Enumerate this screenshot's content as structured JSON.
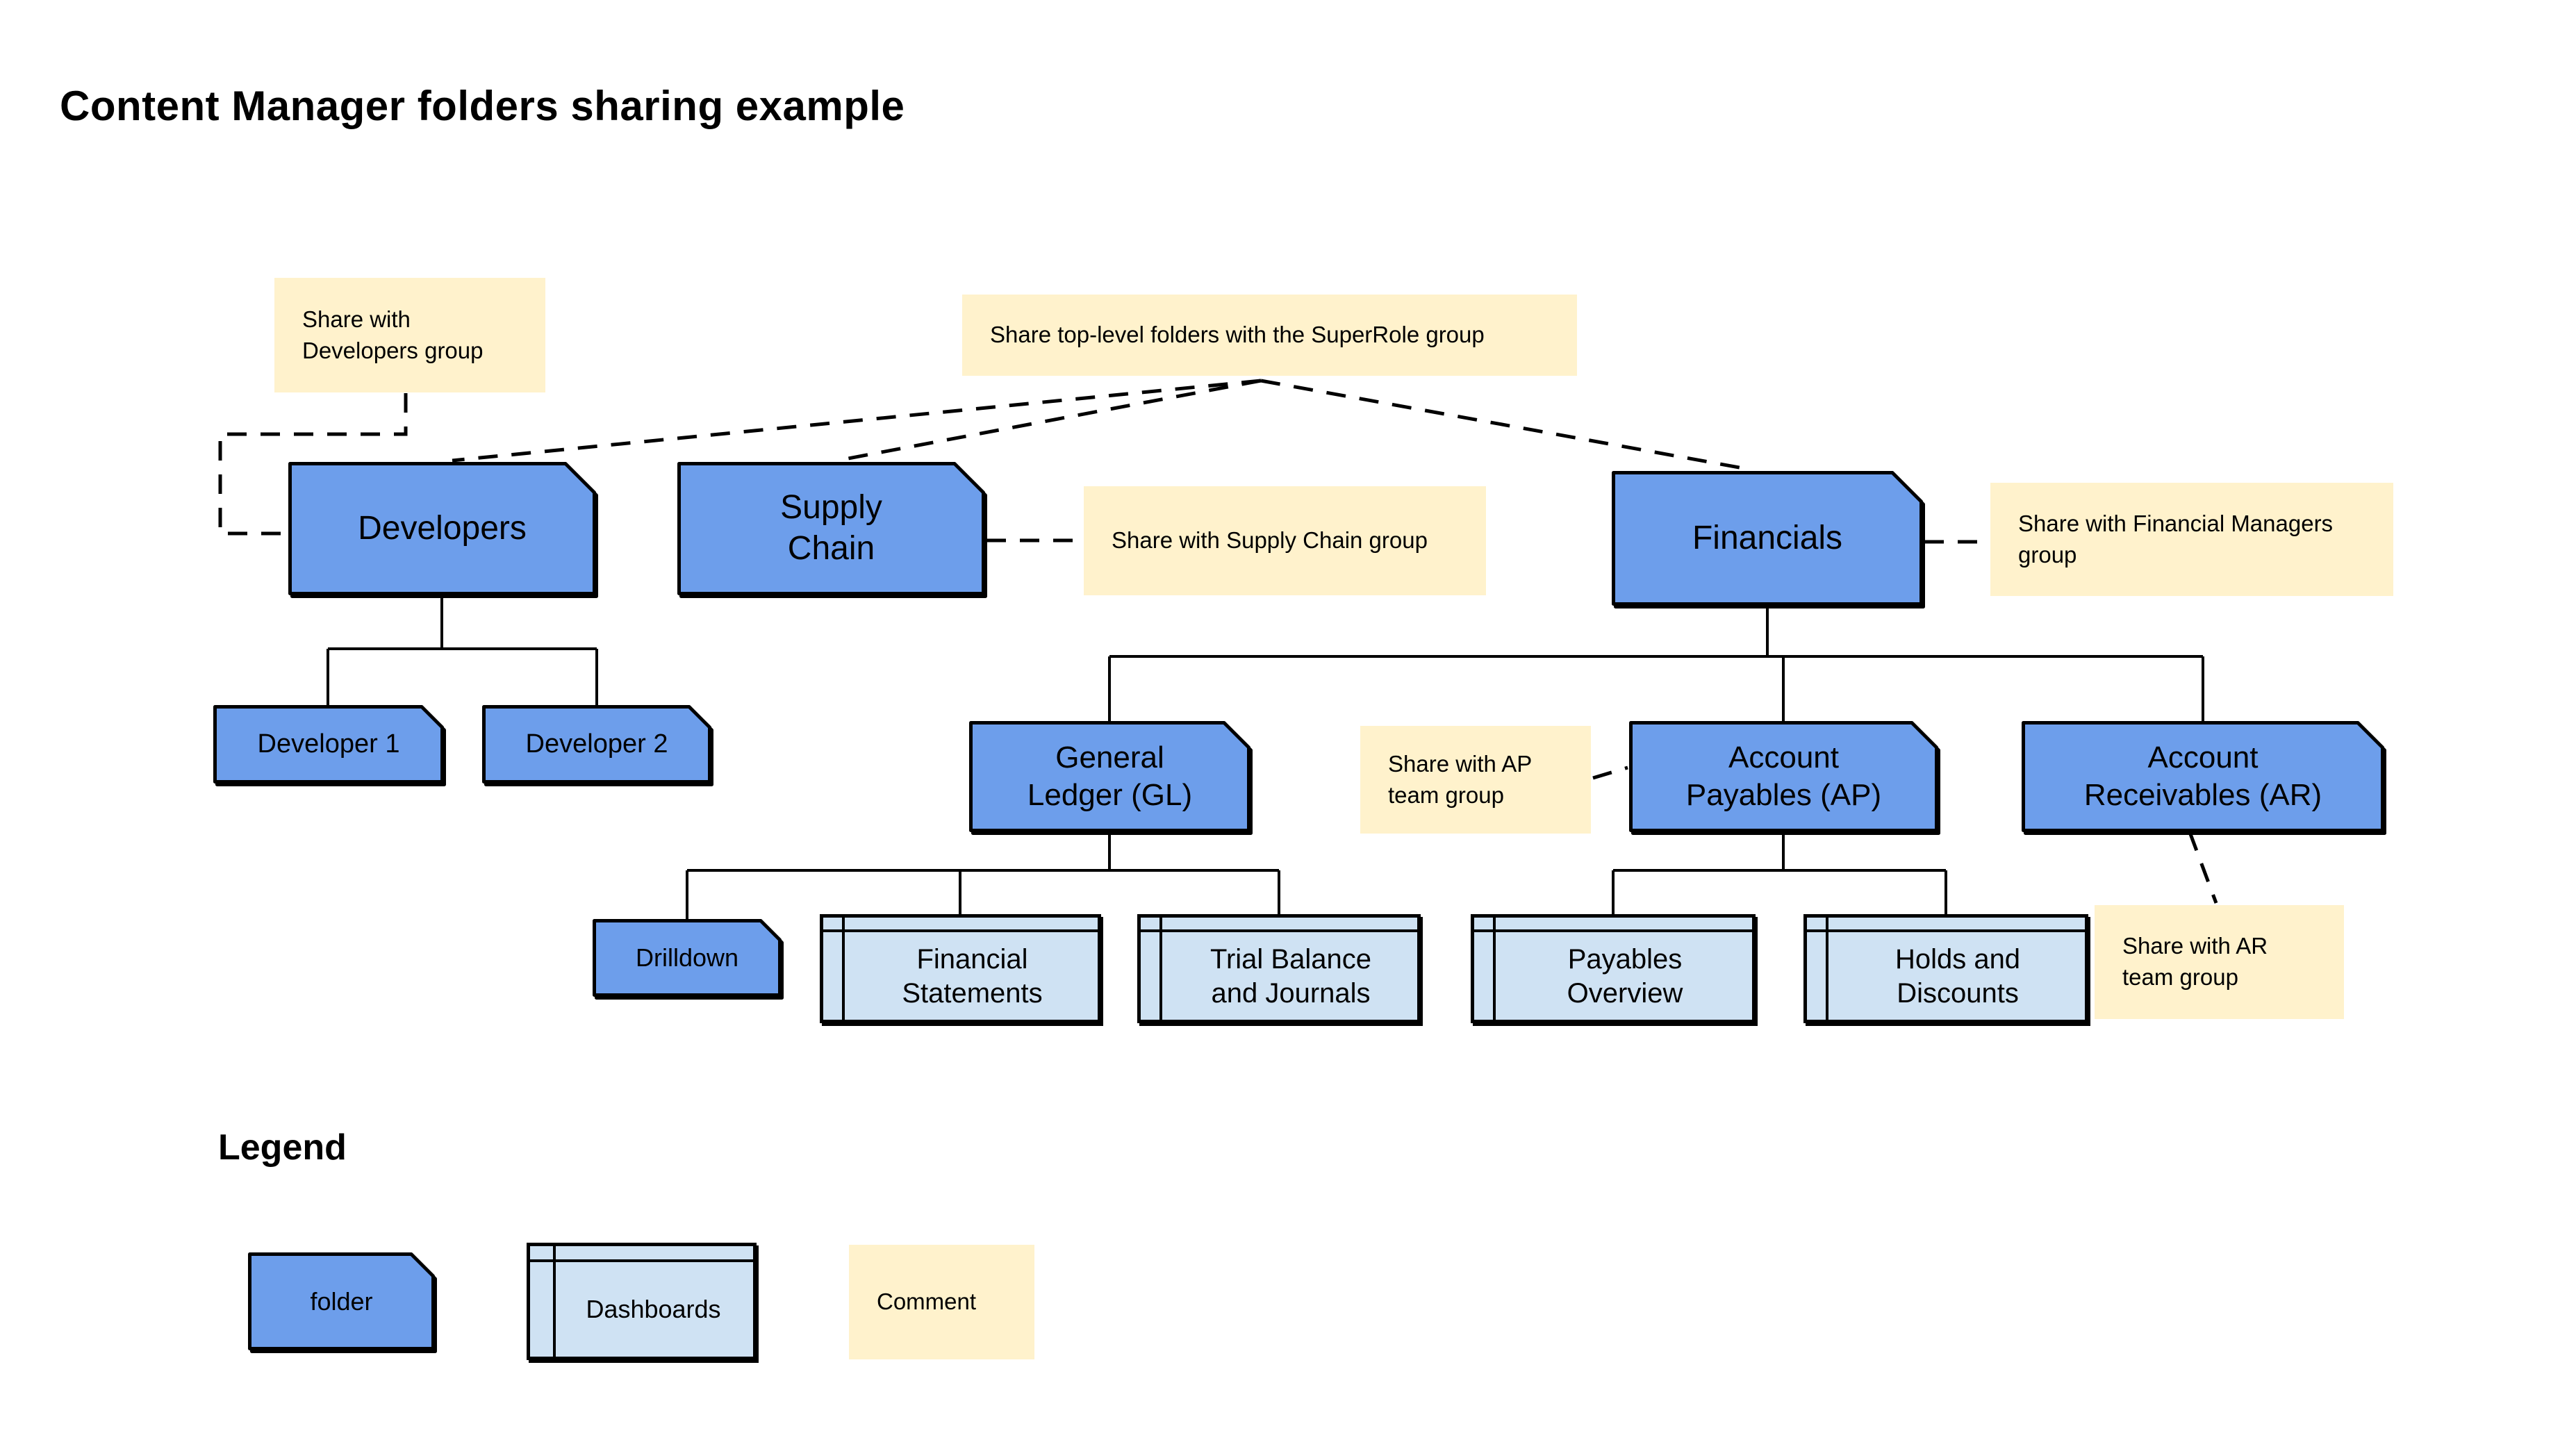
{
  "title": "Content Manager folders sharing example",
  "colors": {
    "folder_fill": "#6D9EEB",
    "dashboard_fill": "#CFE2F3",
    "comment_fill": "#FFF2CC",
    "line": "#000000",
    "background": "#FFFFFF"
  },
  "folders": {
    "developers": "Developers",
    "supply_chain": "Supply\nChain",
    "financials": "Financials",
    "developer1": "Developer 1",
    "developer2": "Developer 2",
    "general_ledger": "General\nLedger (GL)",
    "account_payables": "Account\nPayables (AP)",
    "account_receivables": "Account\nReceivables (AR)",
    "drilldown": "Drilldown"
  },
  "dashboards": {
    "financial_statements": "Financial\nStatements",
    "trial_balance": "Trial Balance\nand Journals",
    "payables_overview": "Payables\nOverview",
    "holds_discounts": "Holds and\nDiscounts"
  },
  "comments": {
    "developers": "Share with\nDevelopers group",
    "superrole": "Share top-level folders with the SuperRole group",
    "supply_chain": "Share with Supply Chain group",
    "financial_managers": "Share with Financial Managers\ngroup",
    "ap_team": "Share with AP\nteam group",
    "ar_team": "Share with AR\nteam group"
  },
  "legend": {
    "heading": "Legend",
    "folder": "folder",
    "dashboards": "Dashboards",
    "comment": "Comment"
  }
}
